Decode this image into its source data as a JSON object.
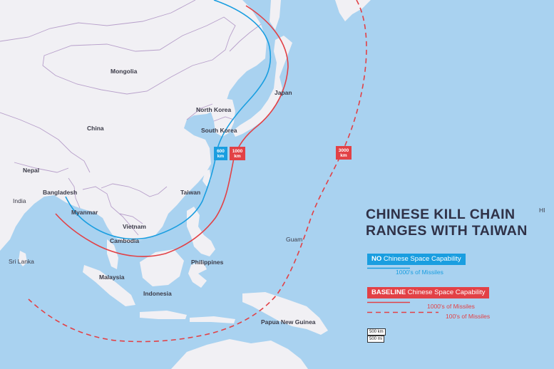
{
  "title": {
    "line1": "CHINESE KILL CHAIN",
    "line2": "RANGES WITH TAIWAN"
  },
  "colors": {
    "ocean": "#a9d2f0",
    "land": "#f1f0f4",
    "border": "#b79fca",
    "blue": "#1a9ee0",
    "red": "#e24146",
    "title": "#2f3147"
  },
  "places": {
    "mongolia": "Mongolia",
    "china": "China",
    "nepal": "Nepal",
    "india": "India",
    "bangladesh": "Bangladesh",
    "myanmar": "Myanmar",
    "vietnam": "Vietnam",
    "cambodia": "Cambodia",
    "sri_lanka": "Sri Lanka",
    "malaysia": "Malaysia",
    "indonesia": "Indonesia",
    "philippines": "Philippines",
    "taiwan": "Taiwan",
    "north_korea": "North Korea",
    "south_korea": "South Korea",
    "japan": "Japan",
    "guam": "Guam",
    "png": "Papua New Guinea",
    "hi": "HI"
  },
  "range_boxes": {
    "r600": {
      "value": "600",
      "unit": "km"
    },
    "r1000": {
      "value": "1000",
      "unit": "km"
    },
    "r3000": {
      "value": "3000",
      "unit": "km"
    }
  },
  "legend": {
    "no_space": {
      "keyword": "NO",
      "rest": " Chinese Space Capability"
    },
    "no_space_line": "1000's of Missiles",
    "baseline": {
      "keyword": "BASELINE",
      "rest": " Chinese Space Capability"
    },
    "baseline_line1": "1000's of Missiles",
    "baseline_line2": "100's of Missiles"
  },
  "scale_bar": {
    "km": "500 km",
    "mi": "500 mi"
  }
}
